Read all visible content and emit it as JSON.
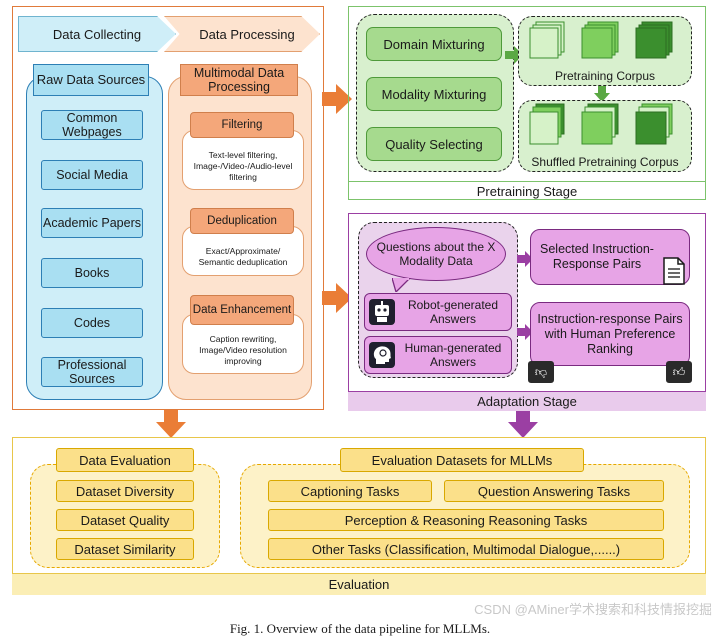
{
  "collecting": {
    "chevron_collect": "Data Collecting",
    "chevron_process": "Data Processing",
    "raw_header": "Raw Data Sources",
    "sources": [
      "Common Webpages",
      "Social Media",
      "Academic Papers",
      "Books",
      "Codes",
      "Professional Sources"
    ],
    "mm_header": "Multimodal Data Processing",
    "steps": [
      {
        "title": "Filtering",
        "desc": "Text-level filtering, Image-/Video-/Audio-level filtering"
      },
      {
        "title": "Deduplication",
        "desc": "Exact/Approximate/ Semantic deduplication"
      },
      {
        "title": "Data Enhancement",
        "desc": "Caption rewriting, Image/Video resolution improving"
      }
    ]
  },
  "pretraining": {
    "methods": [
      "Domain Mixturing",
      "Modality Mixturing",
      "Quality Selecting"
    ],
    "corpus_label": "Pretraining Corpus",
    "shuffled_label": "Shuffled Pretraining Corpus",
    "stage_label": "Pretraining Stage",
    "colors": {
      "light": "#d6f2c8",
      "mid": "#7fcf5e",
      "dark": "#3b8f2e"
    }
  },
  "adaptation": {
    "question": "Questions about the X Modality Data",
    "robot": "Robot-generated Answers",
    "human": "Human-generated Answers",
    "selected_pairs": "Selected Instruction-Response Pairs",
    "preference_pairs": "Instruction-response Pairs with Human Preference Ranking",
    "stage_label": "Adaptation Stage",
    "icons": [
      "robot-icon",
      "human-head-icon",
      "document-icon",
      "thumbs-down-icon",
      "thumbs-up-icon"
    ]
  },
  "evaluation": {
    "data_eval_header": "Data Evaluation",
    "data_eval_items": [
      "Dataset Diversity",
      "Dataset Quality",
      "Dataset Similarity"
    ],
    "datasets_header": "Evaluation Datasets for MLLMs",
    "captioning": "Captioning Tasks",
    "qa": "Question Answering Tasks",
    "perception": "Perception & Reasoning Reasoning Tasks",
    "other": "Other Tasks (Classification, Multimodal Dialogue,......)",
    "stage_label": "Evaluation"
  },
  "caption": "Fig. 1.  Overview of the data pipeline for MLLMs.",
  "watermark": "CSDN @AMiner学术搜索和科技情报挖掘"
}
